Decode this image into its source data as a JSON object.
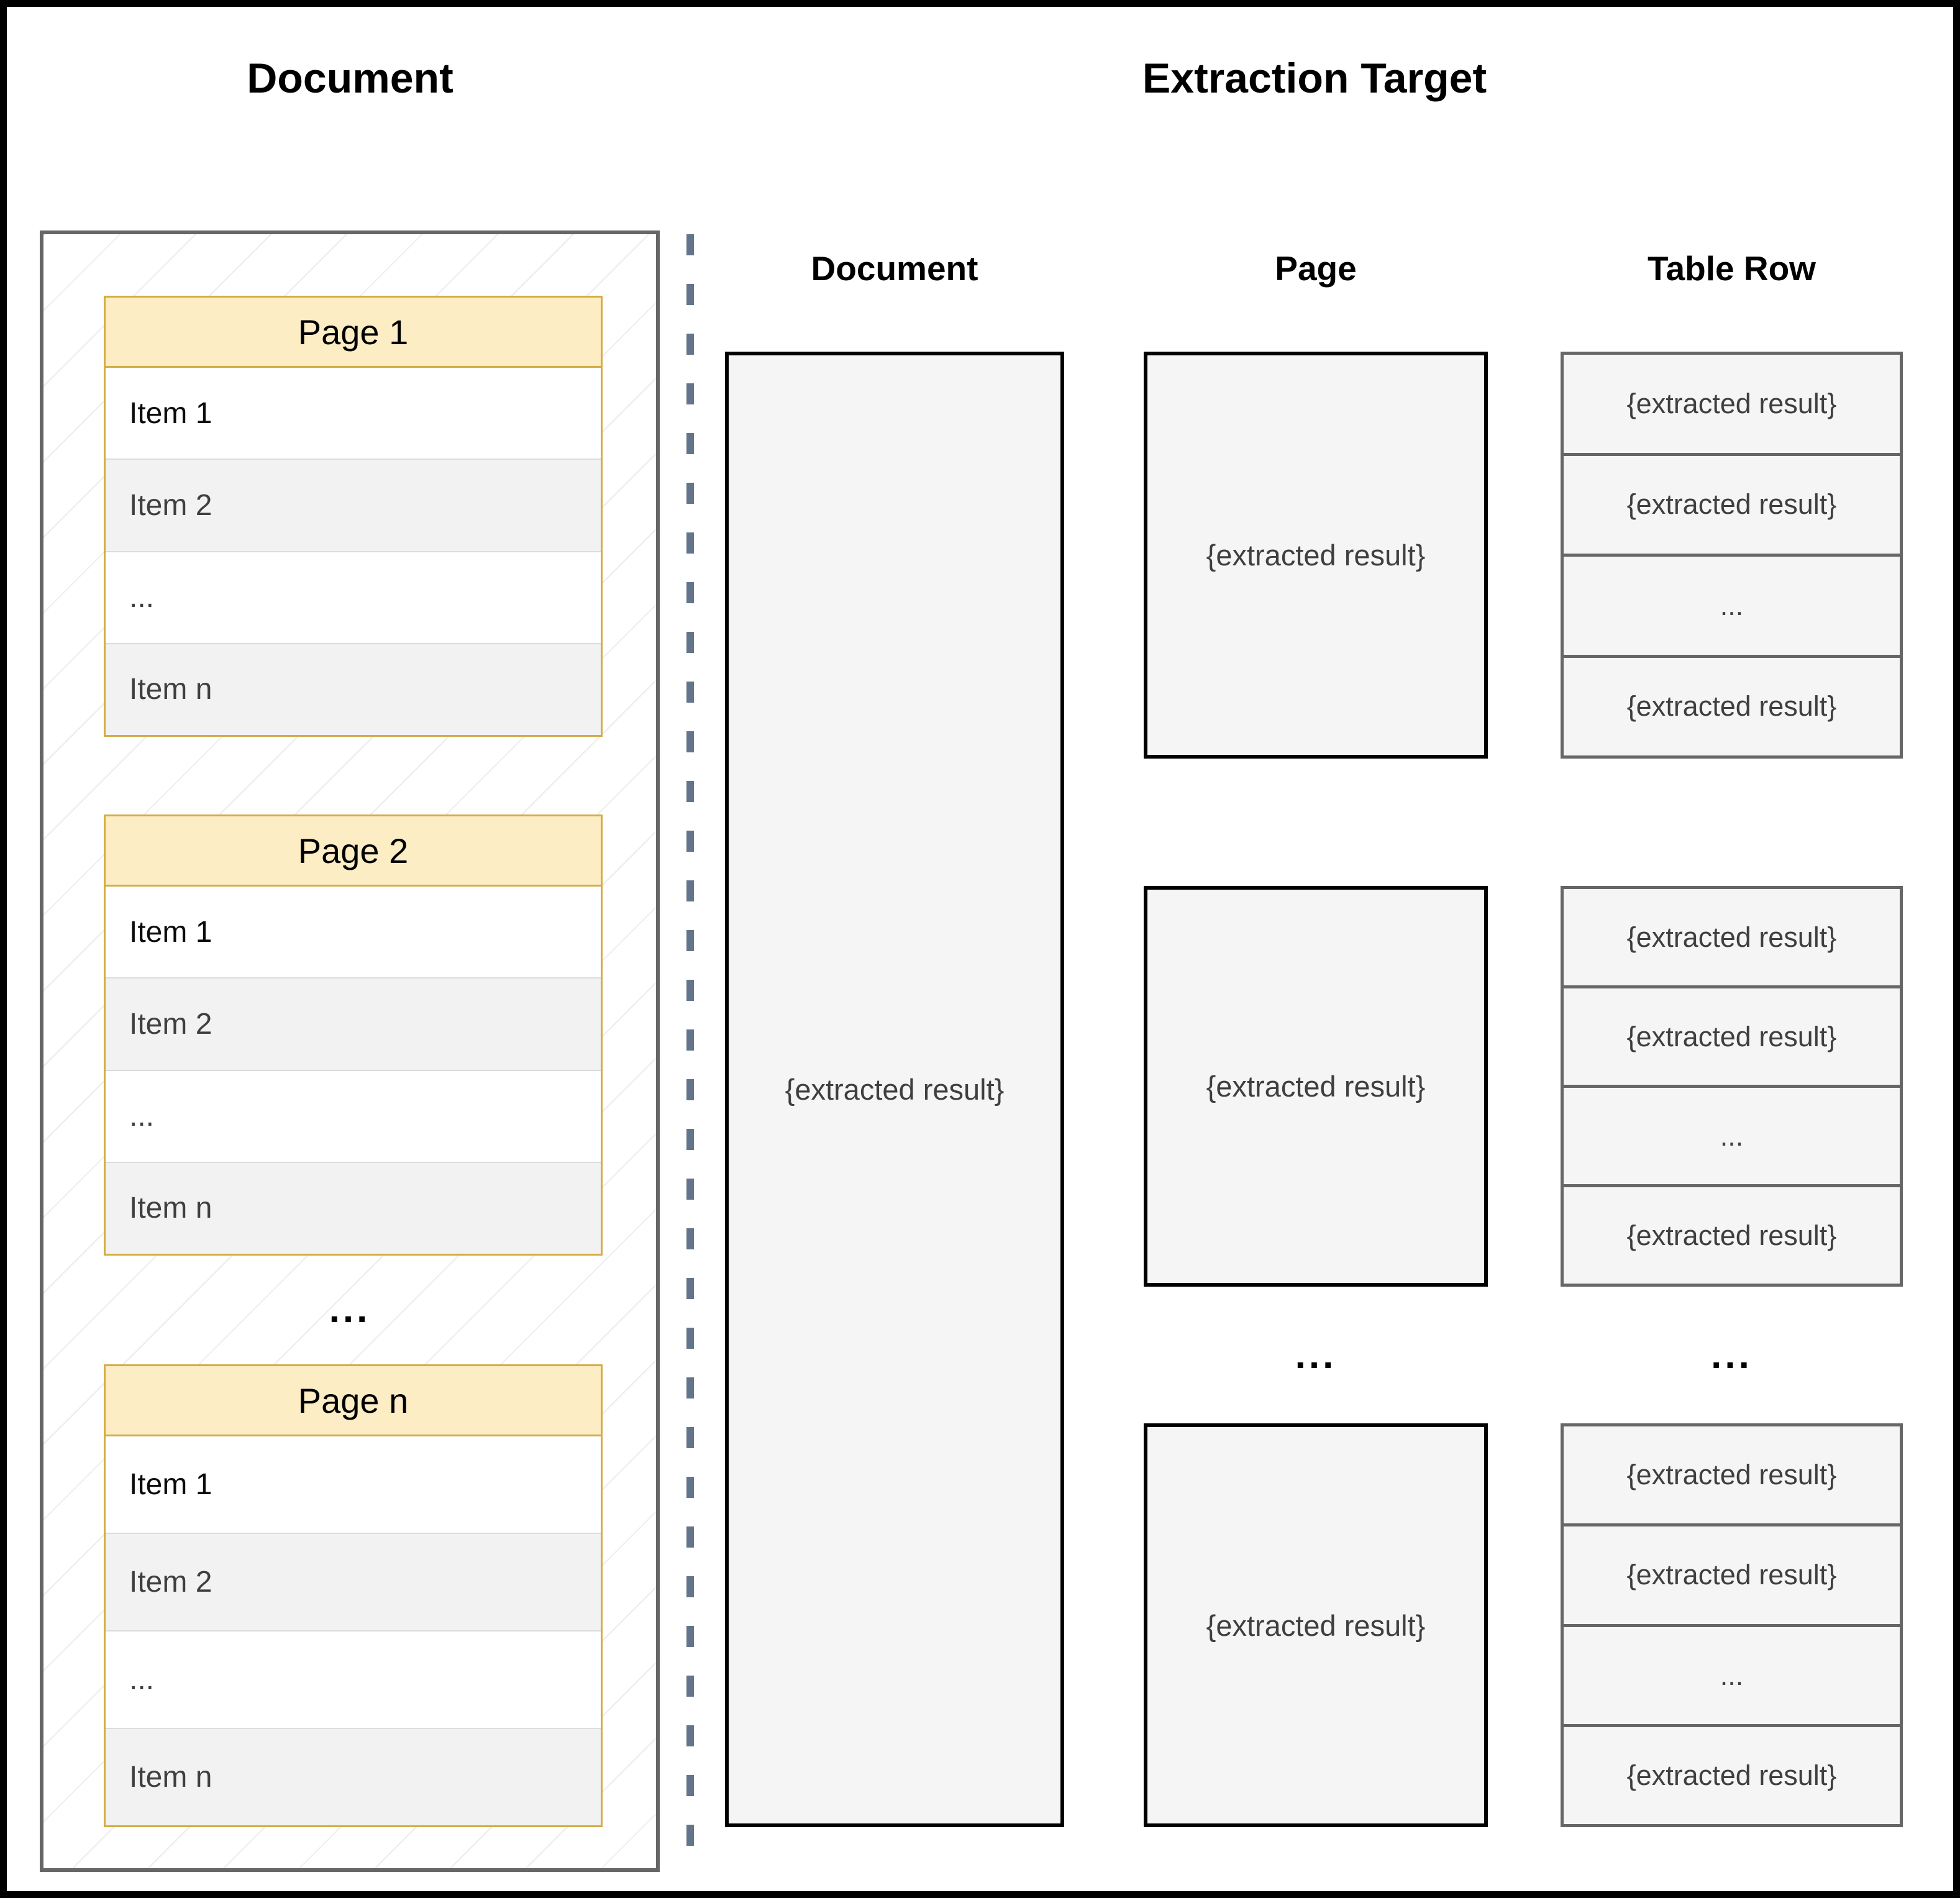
{
  "titles": {
    "left": "Document",
    "right": "Extraction Target"
  },
  "left_panel": {
    "ellipsis": "...",
    "pages": [
      {
        "header": "Page 1",
        "items": [
          "Item 1",
          "Item 2",
          "...",
          "Item n"
        ]
      },
      {
        "header": "Page 2",
        "items": [
          "Item 1",
          "Item 2",
          "...",
          "Item n"
        ]
      },
      {
        "header": "Page n",
        "items": [
          "Item 1",
          "Item 2",
          "...",
          "Item n"
        ]
      }
    ]
  },
  "extraction": {
    "column_headers": {
      "document": "Document",
      "page": "Page",
      "table_row": "Table Row"
    },
    "document_result": "{extracted result}",
    "page_results": [
      "{extracted result}",
      "{extracted result}",
      "{extracted result}"
    ],
    "page_ellipsis": "...",
    "row_groups": [
      [
        "{extracted result}",
        "{extracted result}",
        "...",
        "{extracted result}"
      ],
      [
        "{extracted result}",
        "{extracted result}",
        "...",
        "{extracted result}"
      ],
      [
        "{extracted result}",
        "{extracted result}",
        "...",
        "{extracted result}"
      ]
    ],
    "rows_ellipsis": "..."
  },
  "colors": {
    "page_header_fill": "#FCEDC4",
    "page_header_stroke": "#D4AC45",
    "result_fill": "#F5F5F5",
    "result_stroke_black": "#000000",
    "row_stroke_gray": "#666666",
    "panel_stroke": "#666666",
    "dashed_divider": "#64748B",
    "alt_row_fill": "#F2F2F2",
    "dim_text": "#3F3F3F"
  }
}
